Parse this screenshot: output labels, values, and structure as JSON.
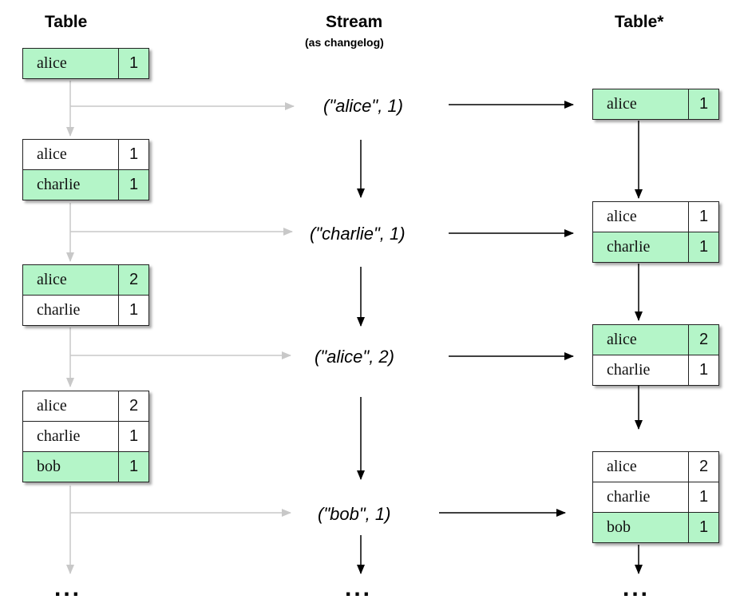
{
  "headers": {
    "table": "Table",
    "stream": "Stream",
    "stream_sub": "(as changelog)",
    "table_star": "Table*"
  },
  "left_tables": [
    {
      "rows": [
        {
          "key": "alice",
          "value": "1",
          "highlight": true
        }
      ]
    },
    {
      "rows": [
        {
          "key": "alice",
          "value": "1",
          "highlight": false
        },
        {
          "key": "charlie",
          "value": "1",
          "highlight": true
        }
      ]
    },
    {
      "rows": [
        {
          "key": "alice",
          "value": "2",
          "highlight": true
        },
        {
          "key": "charlie",
          "value": "1",
          "highlight": false
        }
      ]
    },
    {
      "rows": [
        {
          "key": "alice",
          "value": "2",
          "highlight": false
        },
        {
          "key": "charlie",
          "value": "1",
          "highlight": false
        },
        {
          "key": "bob",
          "value": "1",
          "highlight": true
        }
      ]
    }
  ],
  "stream_records": [
    "(\"alice\", 1)",
    "(\"charlie\", 1)",
    "(\"alice\", 2)",
    "(\"bob\", 1)"
  ],
  "right_tables": [
    {
      "rows": [
        {
          "key": "alice",
          "value": "1",
          "highlight": true
        }
      ]
    },
    {
      "rows": [
        {
          "key": "alice",
          "value": "1",
          "highlight": false
        },
        {
          "key": "charlie",
          "value": "1",
          "highlight": true
        }
      ]
    },
    {
      "rows": [
        {
          "key": "alice",
          "value": "2",
          "highlight": true
        },
        {
          "key": "charlie",
          "value": "1",
          "highlight": false
        }
      ]
    },
    {
      "rows": [
        {
          "key": "alice",
          "value": "2",
          "highlight": false
        },
        {
          "key": "charlie",
          "value": "1",
          "highlight": false
        },
        {
          "key": "bob",
          "value": "1",
          "highlight": true
        }
      ]
    }
  ],
  "ellipsis": "...",
  "colors": {
    "highlight": "#b4f5c8",
    "gray_arrow": "#c8c8c8",
    "black_arrow": "#000000"
  }
}
